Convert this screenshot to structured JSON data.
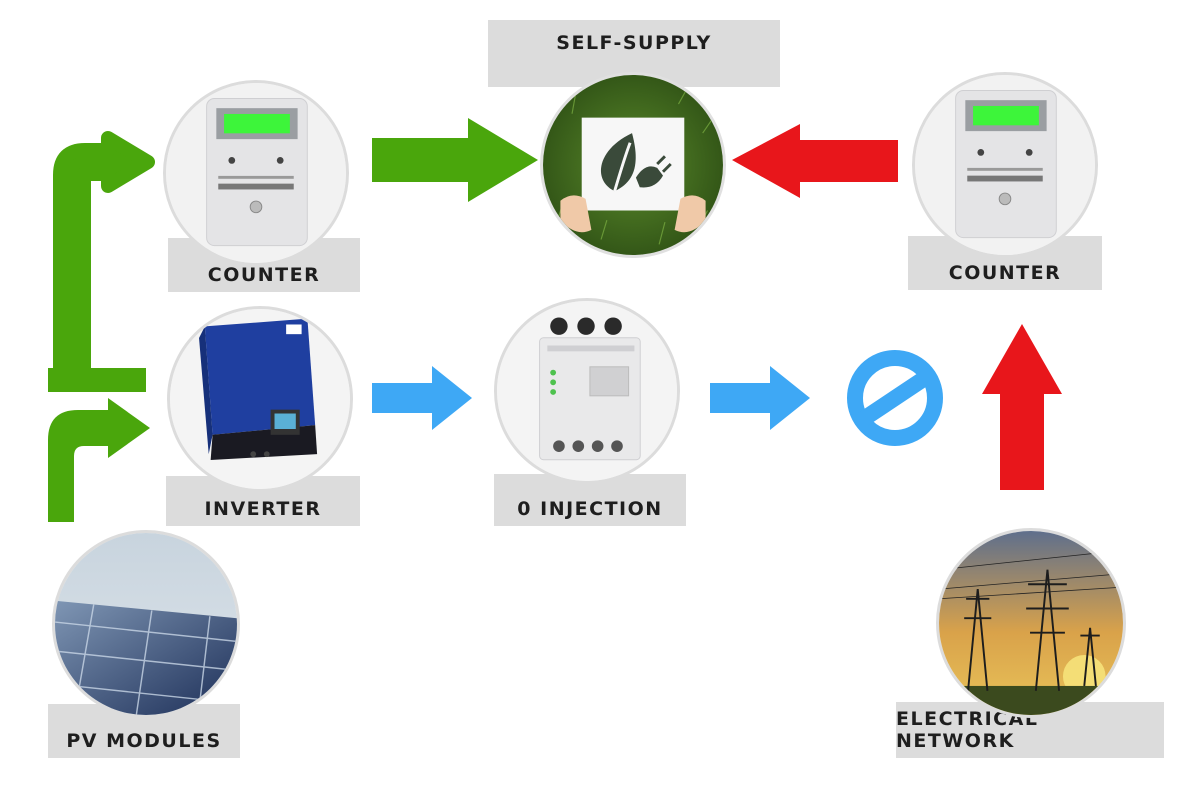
{
  "labels": {
    "self_supply": "SELF-SUPPLY",
    "counter_left": "COUNTER",
    "counter_right": "COUNTER",
    "inverter": "INVERTER",
    "zero_injection": "0 INJECTION",
    "pv_modules": "PV MODULES",
    "electrical_network": "ELECTRICAL NETWORK"
  },
  "colors": {
    "green_arrow": "#4aa60c",
    "red_arrow": "#e8161b",
    "blue_arrow": "#3ea8f5",
    "label_bg": "#dcdcdc"
  },
  "icons": {
    "meter": "electric-meter-icon",
    "leaf_plug": "leaf-plug-icon",
    "inverter": "solar-inverter-icon",
    "energy_manager": "energy-manager-icon",
    "prohibited": "prohibited-icon",
    "solar_panel": "solar-panel-icon",
    "power_tower": "power-tower-icon"
  }
}
